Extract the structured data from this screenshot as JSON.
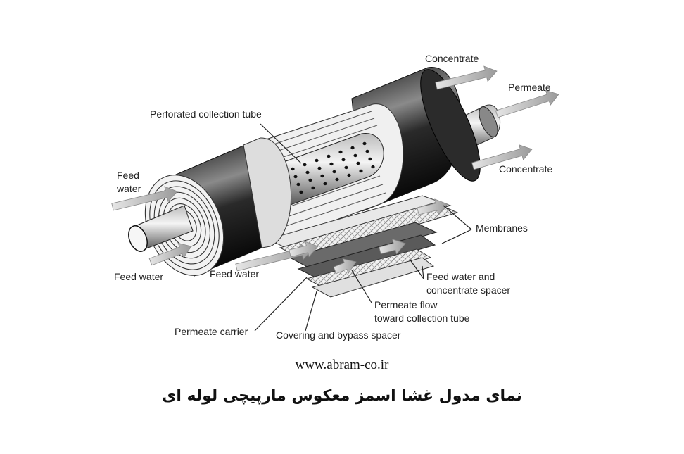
{
  "labels": {
    "concentrate_top": "Concentrate",
    "permeate": "Permeate",
    "concentrate_right": "Concentrate",
    "perforated_tube": "Perforated collection tube",
    "feed_water_left_1": "Feed",
    "feed_water_left_2": "water",
    "feed_water_bottom_left": "Feed water",
    "feed_water_center": "Feed water",
    "membranes": "Membranes",
    "feed_spacer_1": "Feed water and",
    "feed_spacer_2": "concentrate spacer",
    "permeate_flow_1": "Permeate flow",
    "permeate_flow_2": "toward collection tube",
    "permeate_carrier": "Permeate carrier",
    "covering_spacer": "Covering and bypass spacer"
  },
  "website": "www.abram-co.ir",
  "caption": "نمای مدول غشا اسمز معکوس مارپیچی لوله ای"
}
